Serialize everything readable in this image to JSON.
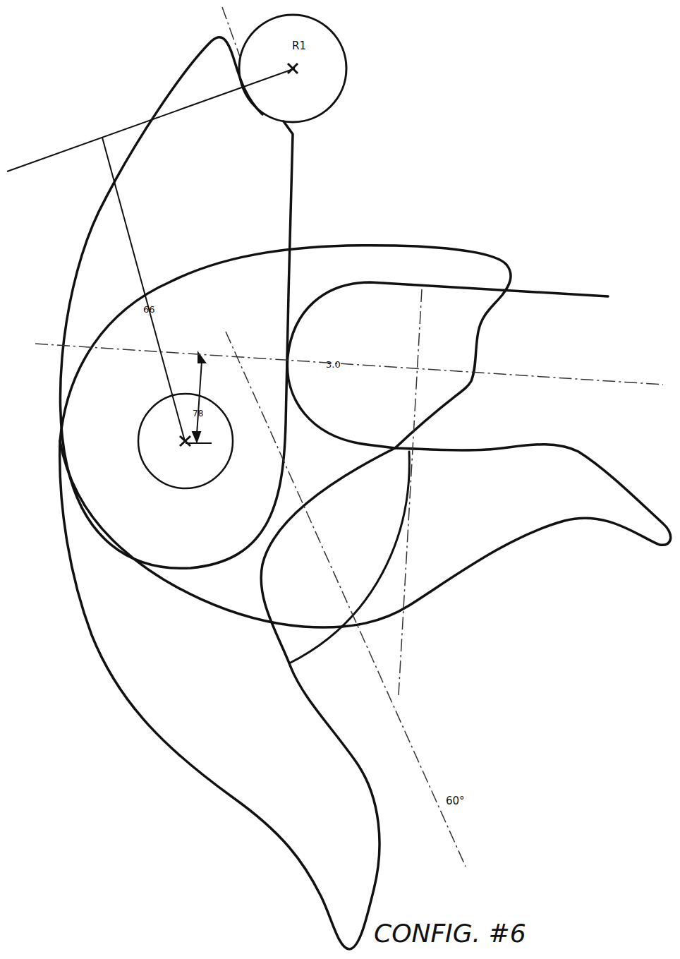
{
  "diagram": {
    "labels": [
      "R1",
      "66",
      "3.0",
      "78",
      "60°",
      "CONFIG. #6"
    ]
  }
}
